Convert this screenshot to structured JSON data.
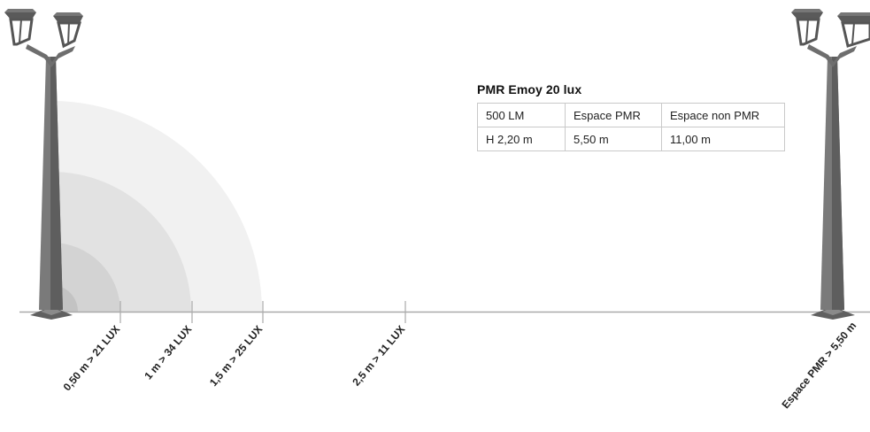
{
  "table": {
    "title": "PMR Emoy 20 lux",
    "rows": [
      [
        "500 LM",
        "Espace PMR",
        "Espace non PMR"
      ],
      [
        "H 2,20 m",
        "5,50 m",
        "11,00 m"
      ]
    ]
  },
  "distance_labels": [
    "0,50 m > 21 LUX",
    "1 m > 34 LUX",
    "1,5 m > 25 LUX",
    "2,5 m > 11 LUX"
  ],
  "spacing_label": "Espace PMR > 5,50 m",
  "colors": {
    "zone_outer": "#f1f1f1",
    "zone_mid": "#e2e2e2",
    "zone_inner": "#d3d3d3",
    "zone_core": "#c3c3c3",
    "pole": "#767676",
    "ground_line": "#aaaaaa"
  }
}
